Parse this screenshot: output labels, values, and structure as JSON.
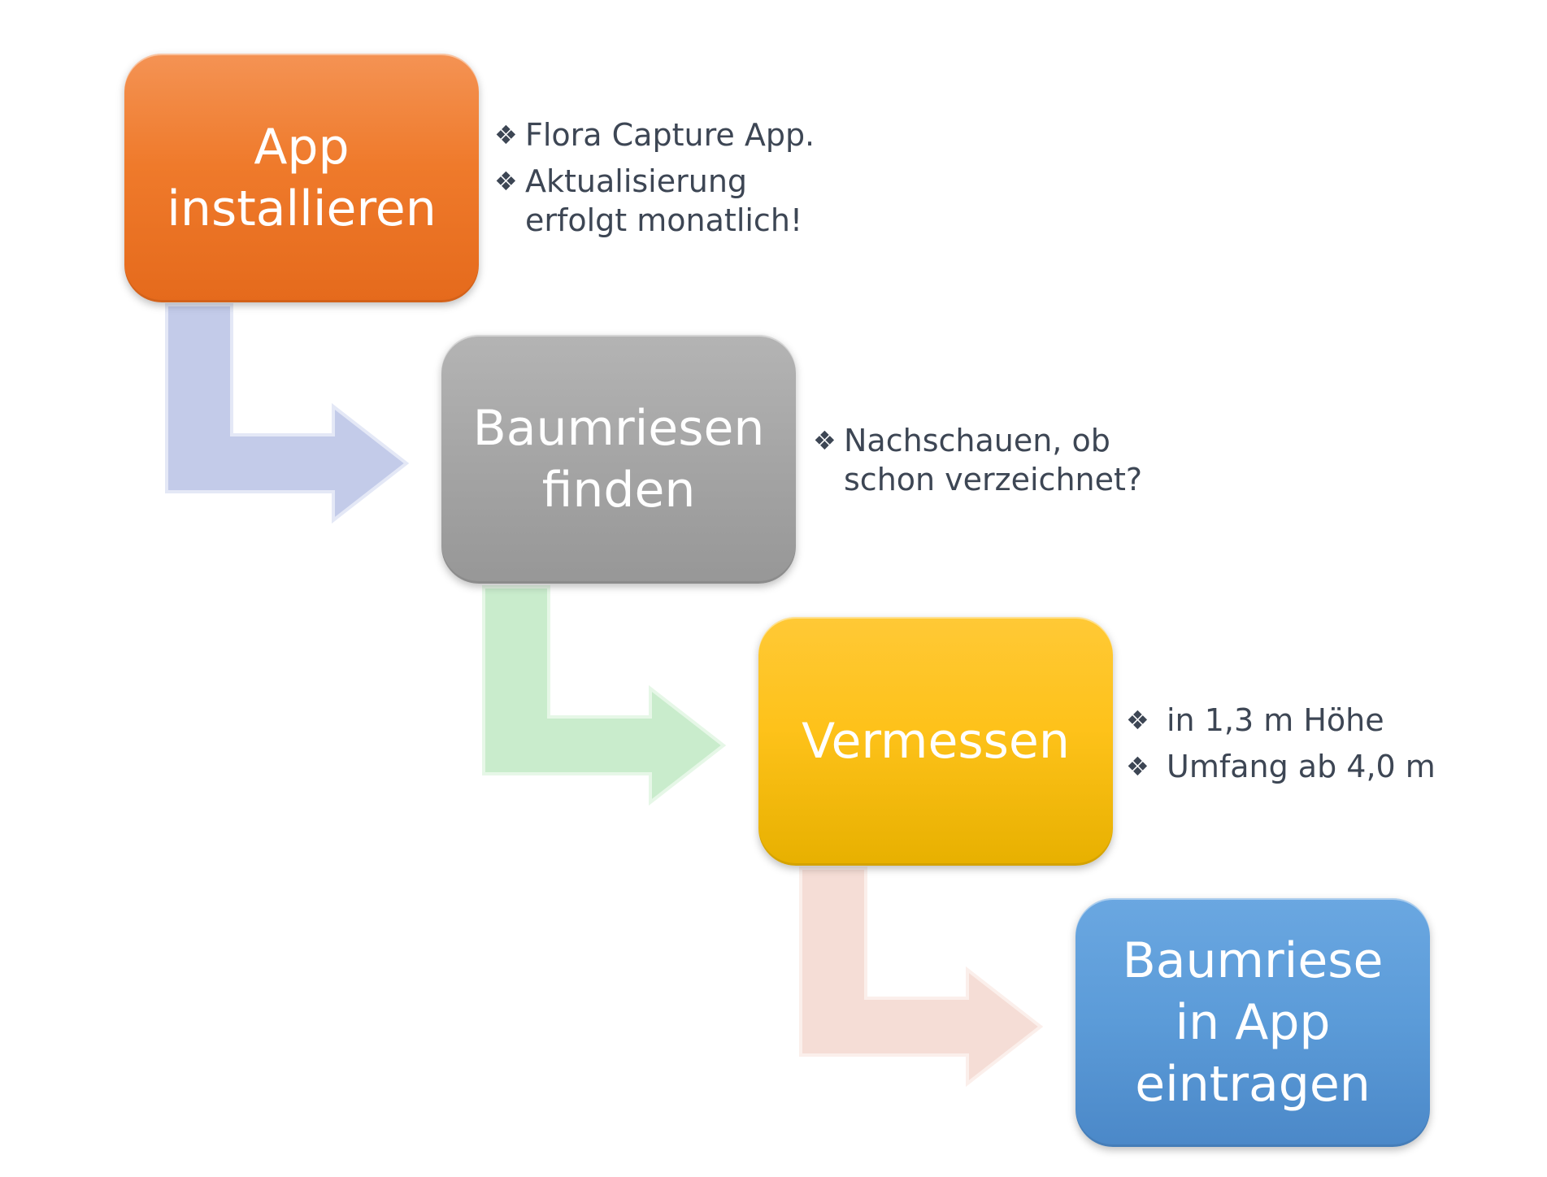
{
  "steps": [
    {
      "label": "App\ninstallieren",
      "color": "#ef7a2b",
      "notes": [
        "Flora Capture App.",
        "Aktualisierung\nerfolgt monatlich!"
      ]
    },
    {
      "label": "Baumriesen\nfinden",
      "color": "#a5a5a5",
      "notes": [
        "Nachschauen, ob\nschon verzeichnet?"
      ]
    },
    {
      "label": "Vermessen",
      "color": "#fec21a",
      "notes": [
        "in 1,3 m Höhe",
        "Umfang ab 4,0 m"
      ]
    },
    {
      "label": "Baumriese\nin App\neintragen",
      "color": "#5b9bd8",
      "notes": []
    }
  ],
  "connectors": [
    {
      "color": "#c3cbe9",
      "icon": "bent-arrow-icon"
    },
    {
      "color": "#c9eccc",
      "icon": "bent-arrow-icon"
    },
    {
      "color": "#f5ddd6",
      "icon": "bent-arrow-icon"
    }
  ],
  "bullet_icon": "four-diamond-bullet-icon",
  "bullet_glyph": "❖"
}
